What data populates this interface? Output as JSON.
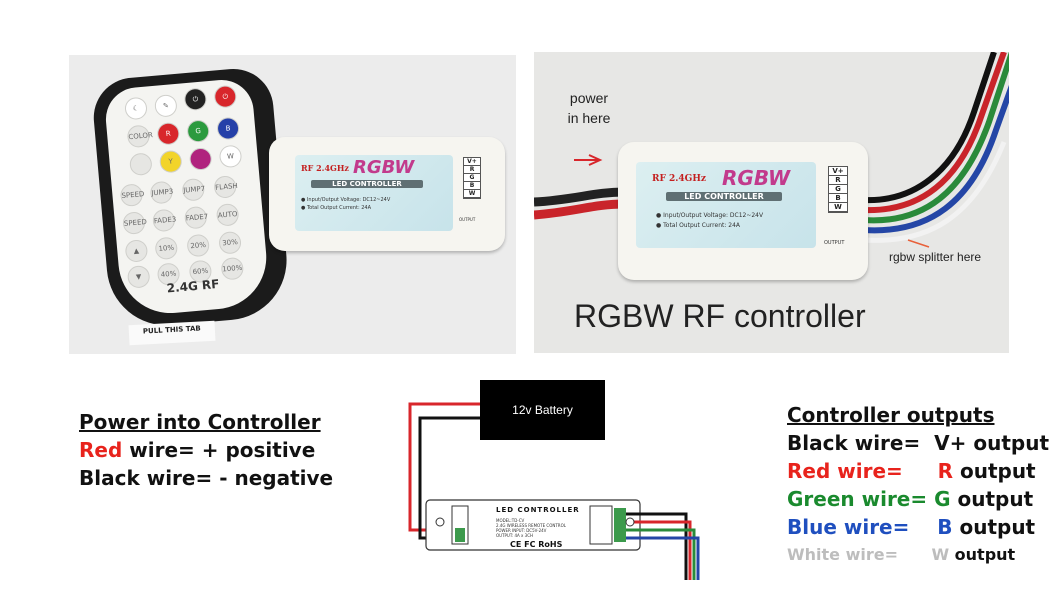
{
  "remote": {
    "rf_label": "2.4G RF",
    "pull_tab": "PULL THIS TAB",
    "buttons": [
      "COLOR",
      "Y",
      "W",
      "SPEED",
      "JUMP3",
      "JUMP7",
      "FLASH",
      "SPEED",
      "FADE3",
      "FADE7",
      "AUTO",
      "10%",
      "20%",
      "30%",
      "40%",
      "60%",
      "100%"
    ]
  },
  "controller_label": {
    "rf": "RF 2.4GHz",
    "rgbw": "RGBW",
    "led_controller": "LED CONTROLLER",
    "spec1": "● Input/Output Voltage: DC12~24V",
    "spec2": "● Total Output Current: 24A",
    "pins": [
      "V+",
      "R",
      "G",
      "B",
      "W"
    ],
    "output": "OUTPUT"
  },
  "annotations": {
    "power_in_here": "power\nin here",
    "rgbw_splitter": "rgbw splitter here",
    "caption": "RGBW RF controller"
  },
  "power_section": {
    "heading": "Power into Controller ",
    "red_word": "Red",
    "red_rest": " wire= + positive",
    "black_line": "Black wire=  - negative"
  },
  "wiring": {
    "battery": "12v Battery",
    "device_title": "LED CONTROLLER",
    "device_lines": [
      "MODEL:TD-CV",
      "2.4G WIRELESS REMOTE CONTROL",
      "POWER INPUT: DC5V-24V",
      "OUTPUT: 4A x 3CH"
    ],
    "marks": "CE FC  RoHS"
  },
  "outputs_section": {
    "heading": "Controller outputs",
    "rows": [
      {
        "wire": "Black wire=",
        "gap": "  ",
        "out": "V+ output",
        "color": "#111111"
      },
      {
        "wire": "Red wire=",
        "gap": "     ",
        "out": "R output",
        "color": "#e8231c"
      },
      {
        "wire": "Green wire=",
        "gap": " ",
        "out": "G output",
        "color": "#1a8a2e"
      },
      {
        "wire": "Blue wire=",
        "gap": "    ",
        "out": "B output",
        "color": "#1f4fbf"
      },
      {
        "wire": "White wire=",
        "gap": "      ",
        "out": "W output",
        "color": "#bdbdbd"
      }
    ]
  },
  "colors": {
    "red": "#e8231c",
    "green": "#1a8a2e",
    "blue": "#1f4fbf",
    "white": "#bdbdbd",
    "black": "#111111"
  }
}
